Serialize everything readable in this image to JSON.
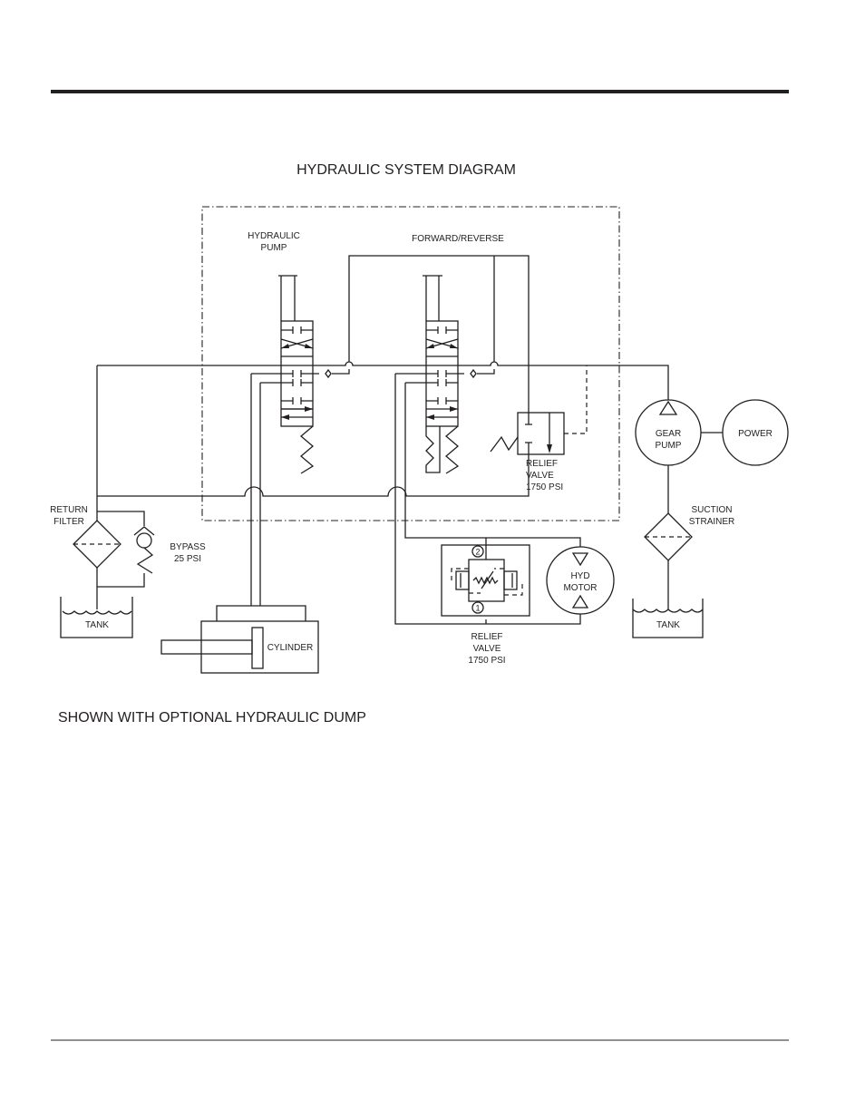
{
  "title": "HYDRAULIC SYSTEM DIAGRAM",
  "caption": "SHOWN WITH OPTIONAL HYDRAULIC DUMP",
  "components": {
    "hydraulic_pump": [
      "HYDRAULIC",
      "PUMP"
    ],
    "forward_reverse": "FORWARD/REVERSE",
    "relief_valve_upper": [
      "RELIEF",
      "VALVE",
      "1750 PSI"
    ],
    "gear_pump": [
      "GEAR",
      "PUMP"
    ],
    "power": "POWER",
    "suction_strainer": [
      "SUCTION",
      "STRAINER"
    ],
    "tank_right": "TANK",
    "return_filter": [
      "RETURN",
      "FILTER"
    ],
    "bypass": [
      "BYPASS",
      "25 PSI"
    ],
    "tank_left": "TANK",
    "cylinder": "CYLINDER",
    "relief_valve_lower": [
      "RELIEF",
      "VALVE",
      "1750 PSI"
    ],
    "port_2": "2",
    "port_1": "1",
    "hyd_motor": [
      "HYD",
      "MOTOR"
    ]
  }
}
